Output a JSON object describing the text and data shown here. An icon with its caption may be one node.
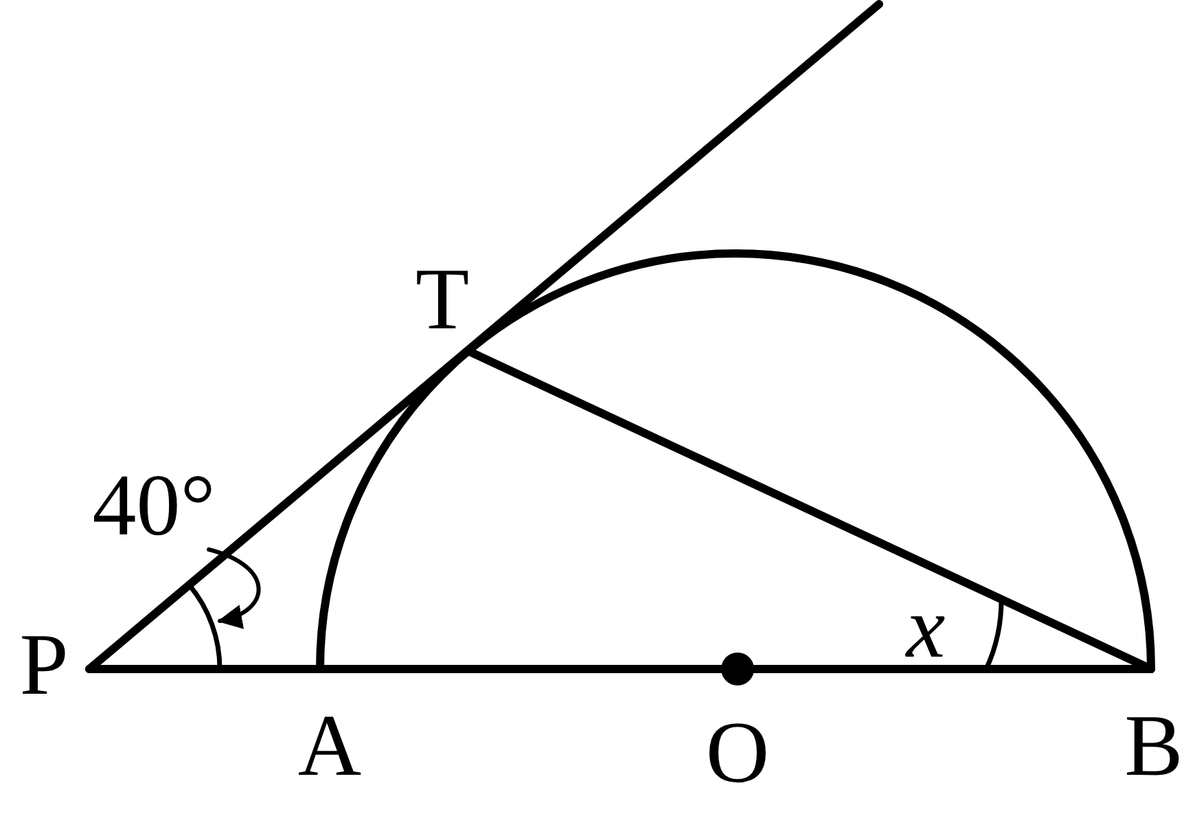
{
  "diagram": {
    "nodes": [
      {
        "text": [
          "40°"
        ]
      },
      {
        "text": [],
        "shape": "arc"
      }
    ],
    "edges": [
      {
        "from": 0,
        "to": 1,
        "arrow": "to"
      }
    ],
    "labels": [
      "T",
      "P",
      "x",
      "A",
      "O",
      "B"
    ]
  }
}
